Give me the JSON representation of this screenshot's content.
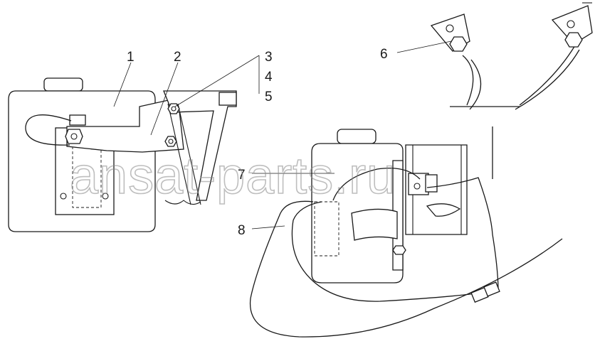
{
  "callouts": [
    "1",
    "2",
    "3",
    "4",
    "5",
    "6",
    "7",
    "8"
  ],
  "watermark": "ansat-parts.ru"
}
